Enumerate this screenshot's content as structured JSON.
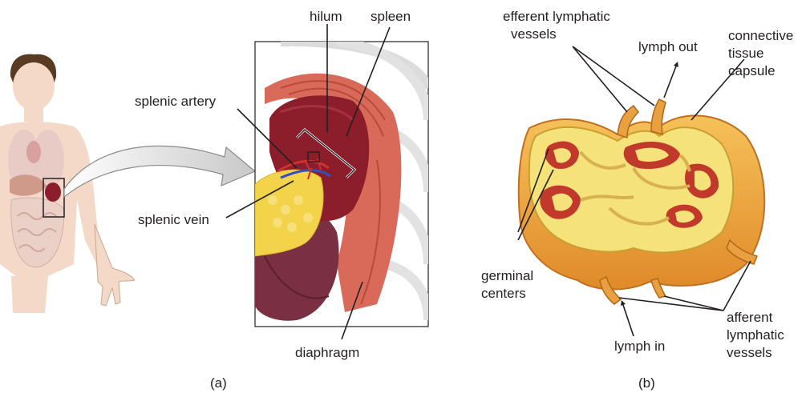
{
  "panel_a": {
    "caption": "(a)",
    "labels": {
      "hilum": "hilum",
      "spleen": "spleen",
      "splenic_artery": "splenic artery",
      "splenic_vein": "splenic vein",
      "diaphragm": "diaphragm"
    }
  },
  "panel_b": {
    "caption": "(b)",
    "labels": {
      "efferent_line1": "efferent lymphatic",
      "efferent_line2": "vessels",
      "lymph_out": "lymph out",
      "capsule_line1": "connective",
      "capsule_line2": "tissue",
      "capsule_line3": "capsule",
      "germinal_line1": "germinal",
      "germinal_line2": "centers",
      "lymph_in": "lymph in",
      "afferent_line1": "afferent",
      "afferent_line2": "lymphatic",
      "afferent_line3": "vessels"
    }
  },
  "colors": {
    "skin": "#f4d9c8",
    "hair": "#5a3a22",
    "spleen": "#8c1d2a",
    "diaphragm": "#d96a5a",
    "pancreas": "#f2d34a",
    "node_outer": "#f0a83a",
    "node_inner": "#f5e27a",
    "germinal": "#c0392b"
  }
}
